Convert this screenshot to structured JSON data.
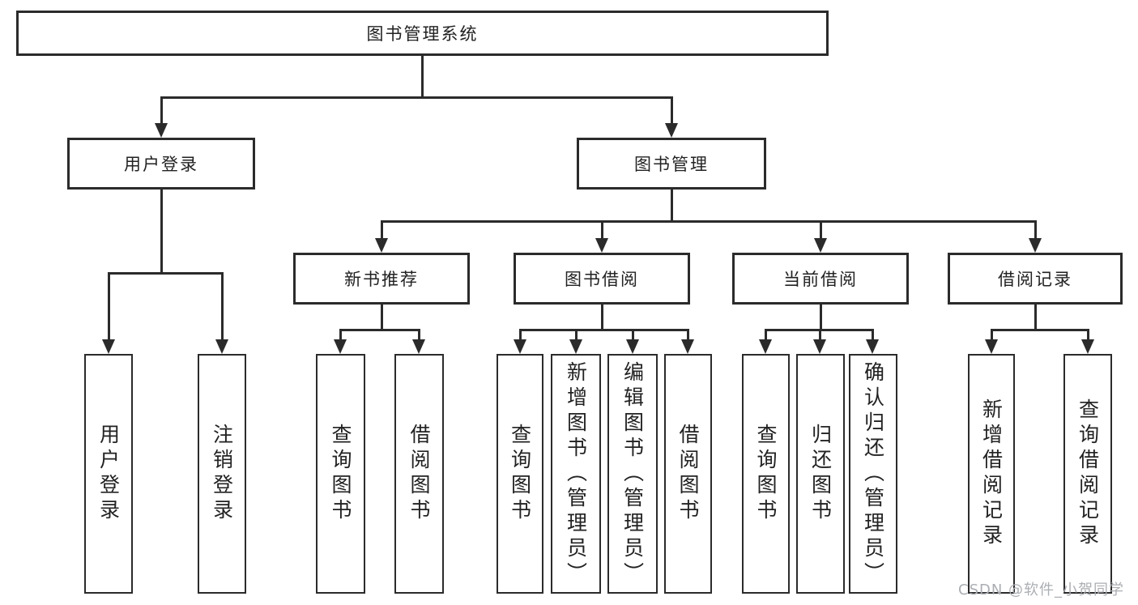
{
  "diagram": {
    "root": {
      "label": "图书管理系统"
    },
    "level2": [
      {
        "label": "用户登录"
      },
      {
        "label": "图书管理"
      }
    ],
    "level3": [
      {
        "label": "新书推荐"
      },
      {
        "label": "图书借阅"
      },
      {
        "label": "当前借阅"
      },
      {
        "label": "借阅记录"
      }
    ],
    "level4": [
      {
        "label": "用户登录"
      },
      {
        "label": "注销登录"
      },
      {
        "label": "查询图书"
      },
      {
        "label": "借阅图书"
      },
      {
        "label": "查询图书"
      },
      {
        "label": "新增图书（管理员）"
      },
      {
        "label": "编辑图书（管理员）"
      },
      {
        "label": "借阅图书"
      },
      {
        "label": "查询图书"
      },
      {
        "label": "归还图书"
      },
      {
        "label": "确认归还（管理员）"
      },
      {
        "label": "新增借阅记录"
      },
      {
        "label": "查询借阅记录"
      }
    ]
  },
  "watermark": "CSDN @软件_小贺同学",
  "colors": {
    "line": "#2b2b2b",
    "text": "#222222",
    "watermark": "#abaeb3",
    "background": "#ffffff"
  }
}
